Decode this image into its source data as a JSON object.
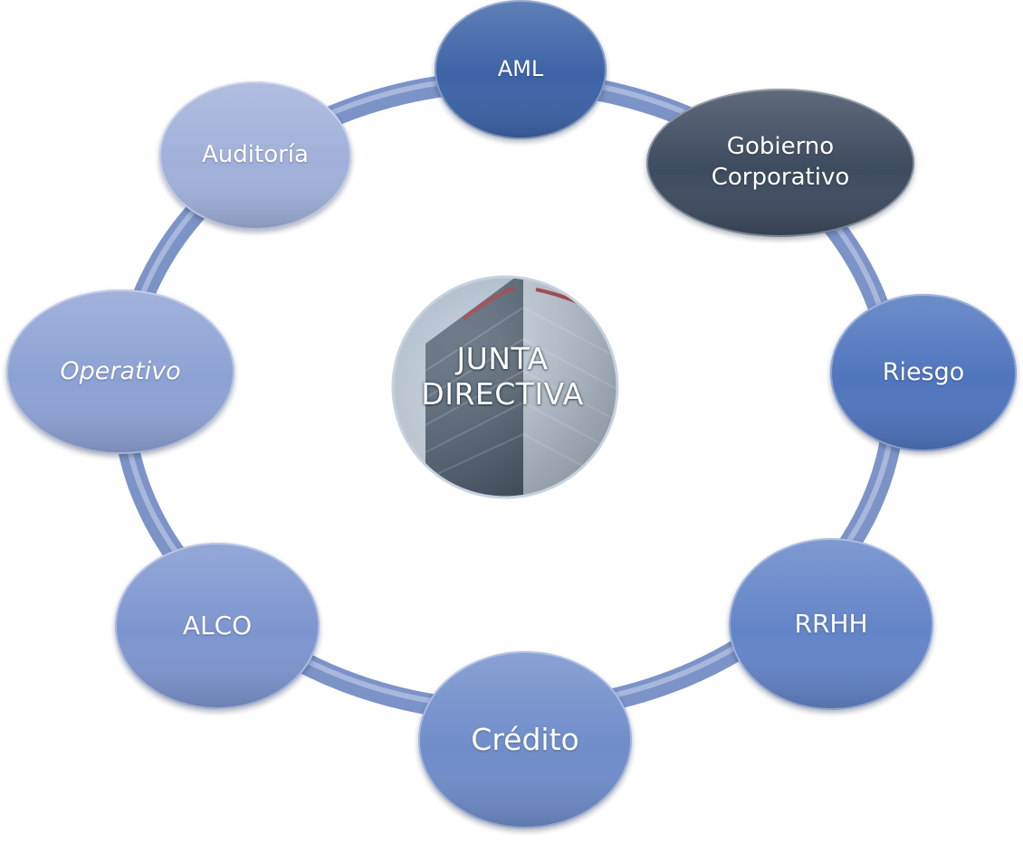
{
  "center": {
    "line1": "JUNTA",
    "line2": "DIRECTIVA"
  },
  "committees": [
    {
      "id": "aml",
      "label": "AML",
      "color": "#3c63a6"
    },
    {
      "id": "gobierno",
      "label": "Gobierno Corporativo",
      "lines": [
        "Gobierno",
        "Corporativo"
      ],
      "color": "#3d4b5f"
    },
    {
      "id": "riesgo",
      "label": "Riesgo",
      "color": "#4f74bd"
    },
    {
      "id": "rrhh",
      "label": "RRHH",
      "color": "#6384c7"
    },
    {
      "id": "credito",
      "label": "Crédito",
      "color": "#6f8dca"
    },
    {
      "id": "alco",
      "label": "ALCO",
      "color": "#7d95cf"
    },
    {
      "id": "operativo",
      "label": "Operativo",
      "color": "#8da2d4"
    },
    {
      "id": "auditoria",
      "label": "Auditoría",
      "color": "#a0b0d9"
    }
  ],
  "colors": {
    "ring": "#7c93c8",
    "ring_highlight": "#c5d0ea"
  }
}
